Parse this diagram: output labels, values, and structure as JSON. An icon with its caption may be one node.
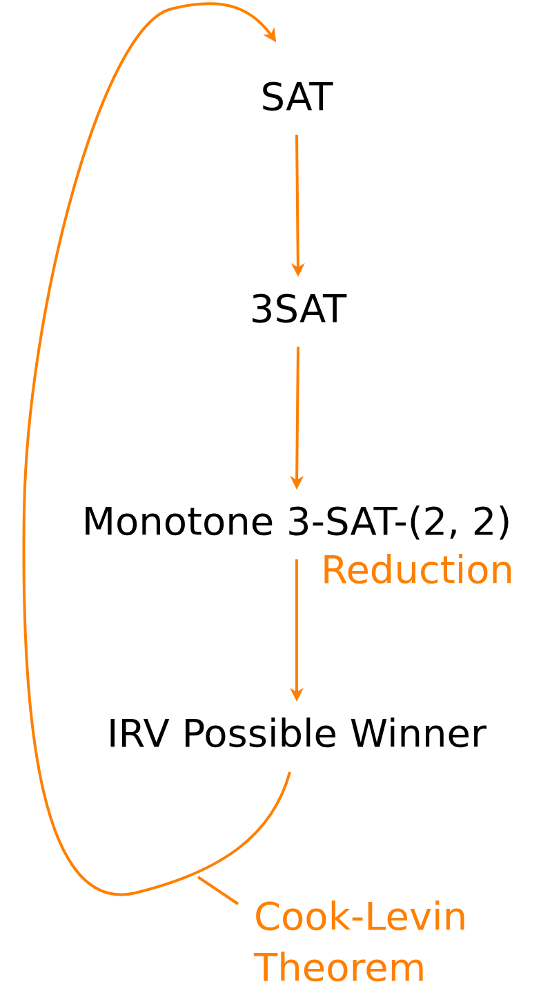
{
  "diagram": {
    "nodes": [
      {
        "text": [
          "SAT"
        ]
      },
      {
        "text": [
          "3SAT"
        ]
      },
      {
        "text": [
          "Monotone 3-SAT-(2, 2)"
        ]
      },
      {
        "text": [
          "IRV Possible Winner"
        ]
      }
    ],
    "edges": [
      {
        "from": 0,
        "to": 1,
        "arrow": "to"
      },
      {
        "from": 1,
        "to": 2,
        "arrow": "to"
      },
      {
        "from": 2,
        "to": 3,
        "arrow": "to",
        "label": "Reduction"
      },
      {
        "from": 3,
        "to": 0,
        "arrow": "to",
        "label": "Cook-Levin Theorem"
      }
    ]
  }
}
